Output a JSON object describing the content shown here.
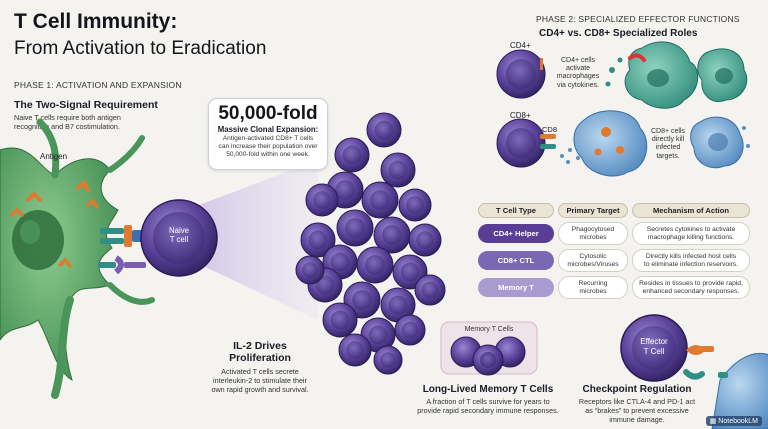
{
  "title": {
    "line1": "T Cell Immunity:",
    "line2": "From Activation to Eradication"
  },
  "phase1": {
    "label": "PHASE 1: ACTIVATION AND EXPANSION",
    "heading": "The Two-Signal Requirement",
    "body_line1": "Naive T cells require both antigen",
    "body_line2": "recognition and B7 costimulation.",
    "antigen_label": "Antigen",
    "naive_line1": "Naive",
    "naive_line2": "T cell"
  },
  "expansion": {
    "number": "50,000-fold",
    "heading": "Massive Clonal Expansion:",
    "body_line1": "Antigen-activated CD8+ T cells",
    "body_line2": "can increase their population over",
    "body_line3": "50,000-fold within one week."
  },
  "il2": {
    "heading_line1": "IL-2 Drives",
    "heading_line2": "Proliferation",
    "body_line1": "Activated T cells secrete",
    "body_line2": "interleukin-2 to stimulate their",
    "body_line3": "own rapid growth and survival."
  },
  "phase2": {
    "label": "PHASE 2: SPECIALIZED EFFECTOR FUNCTIONS",
    "heading": "CD4+ vs. CD8+ Specialized Roles",
    "cd4_label": "CD4+",
    "cd4_text_line1": "CD4+ cells",
    "cd4_text_line2": "activate",
    "cd4_text_line3": "macrophages",
    "cd4_text_line4": "via cytokines.",
    "cd8_label": "CD8+",
    "cd8_inner": "CD8",
    "cd8_text_line1": "CD8+ cells",
    "cd8_text_line2": "directly kill",
    "cd8_text_line3": "infected",
    "cd8_text_line4": "targets."
  },
  "table": {
    "headers": [
      "T Cell Type",
      "Primary Target",
      "Mechanism of Action"
    ],
    "rows": [
      {
        "type": "CD4+ Helper",
        "target_line1": "Phagocytosed",
        "target_line2": "microbes",
        "mech_line1": "Secretes cytokines to activate",
        "mech_line2": "macrophage killing functions."
      },
      {
        "type": "CD8+ CTL",
        "target_line1": "Cytosolic",
        "target_line2": "microbes/Viruses",
        "mech_line1": "Directly kills infected host cells",
        "mech_line2": "to eliminate infection reservoirs."
      },
      {
        "type": "Memory T",
        "target_line1": "Recurring",
        "target_line2": "microbes",
        "mech_line1": "Resides in tissues to provide rapid,",
        "mech_line2": "enhanced secondary responses."
      }
    ],
    "type_colors": [
      "#5a3d94",
      "#7b68b4",
      "#a99bd0"
    ]
  },
  "memory": {
    "box_label": "Memory T Cells",
    "heading": "Long-Lived Memory T Cells",
    "body_line1": "A fraction of T cells survive for years to",
    "body_line2": "provide rapid secondary immune responses."
  },
  "checkpoint": {
    "effector_line1": "Effector",
    "effector_line2": "T Cell",
    "heading": "Checkpoint Regulation",
    "body_line1": "Receptors like CTLA-4 and PD-1 act",
    "body_line2": "as “brakes” to prevent excessive",
    "body_line3": "immune damage."
  },
  "brand": "NotebookLM",
  "colors": {
    "tcell_purple": "#4e3a8c",
    "dendritic_green": "#4f9a5e",
    "macrophage_teal": "#3f9a88",
    "infected_blue": "#5b8fc4",
    "receptor_orange": "#e07a2e",
    "receptor_teal": "#2f8f86"
  }
}
